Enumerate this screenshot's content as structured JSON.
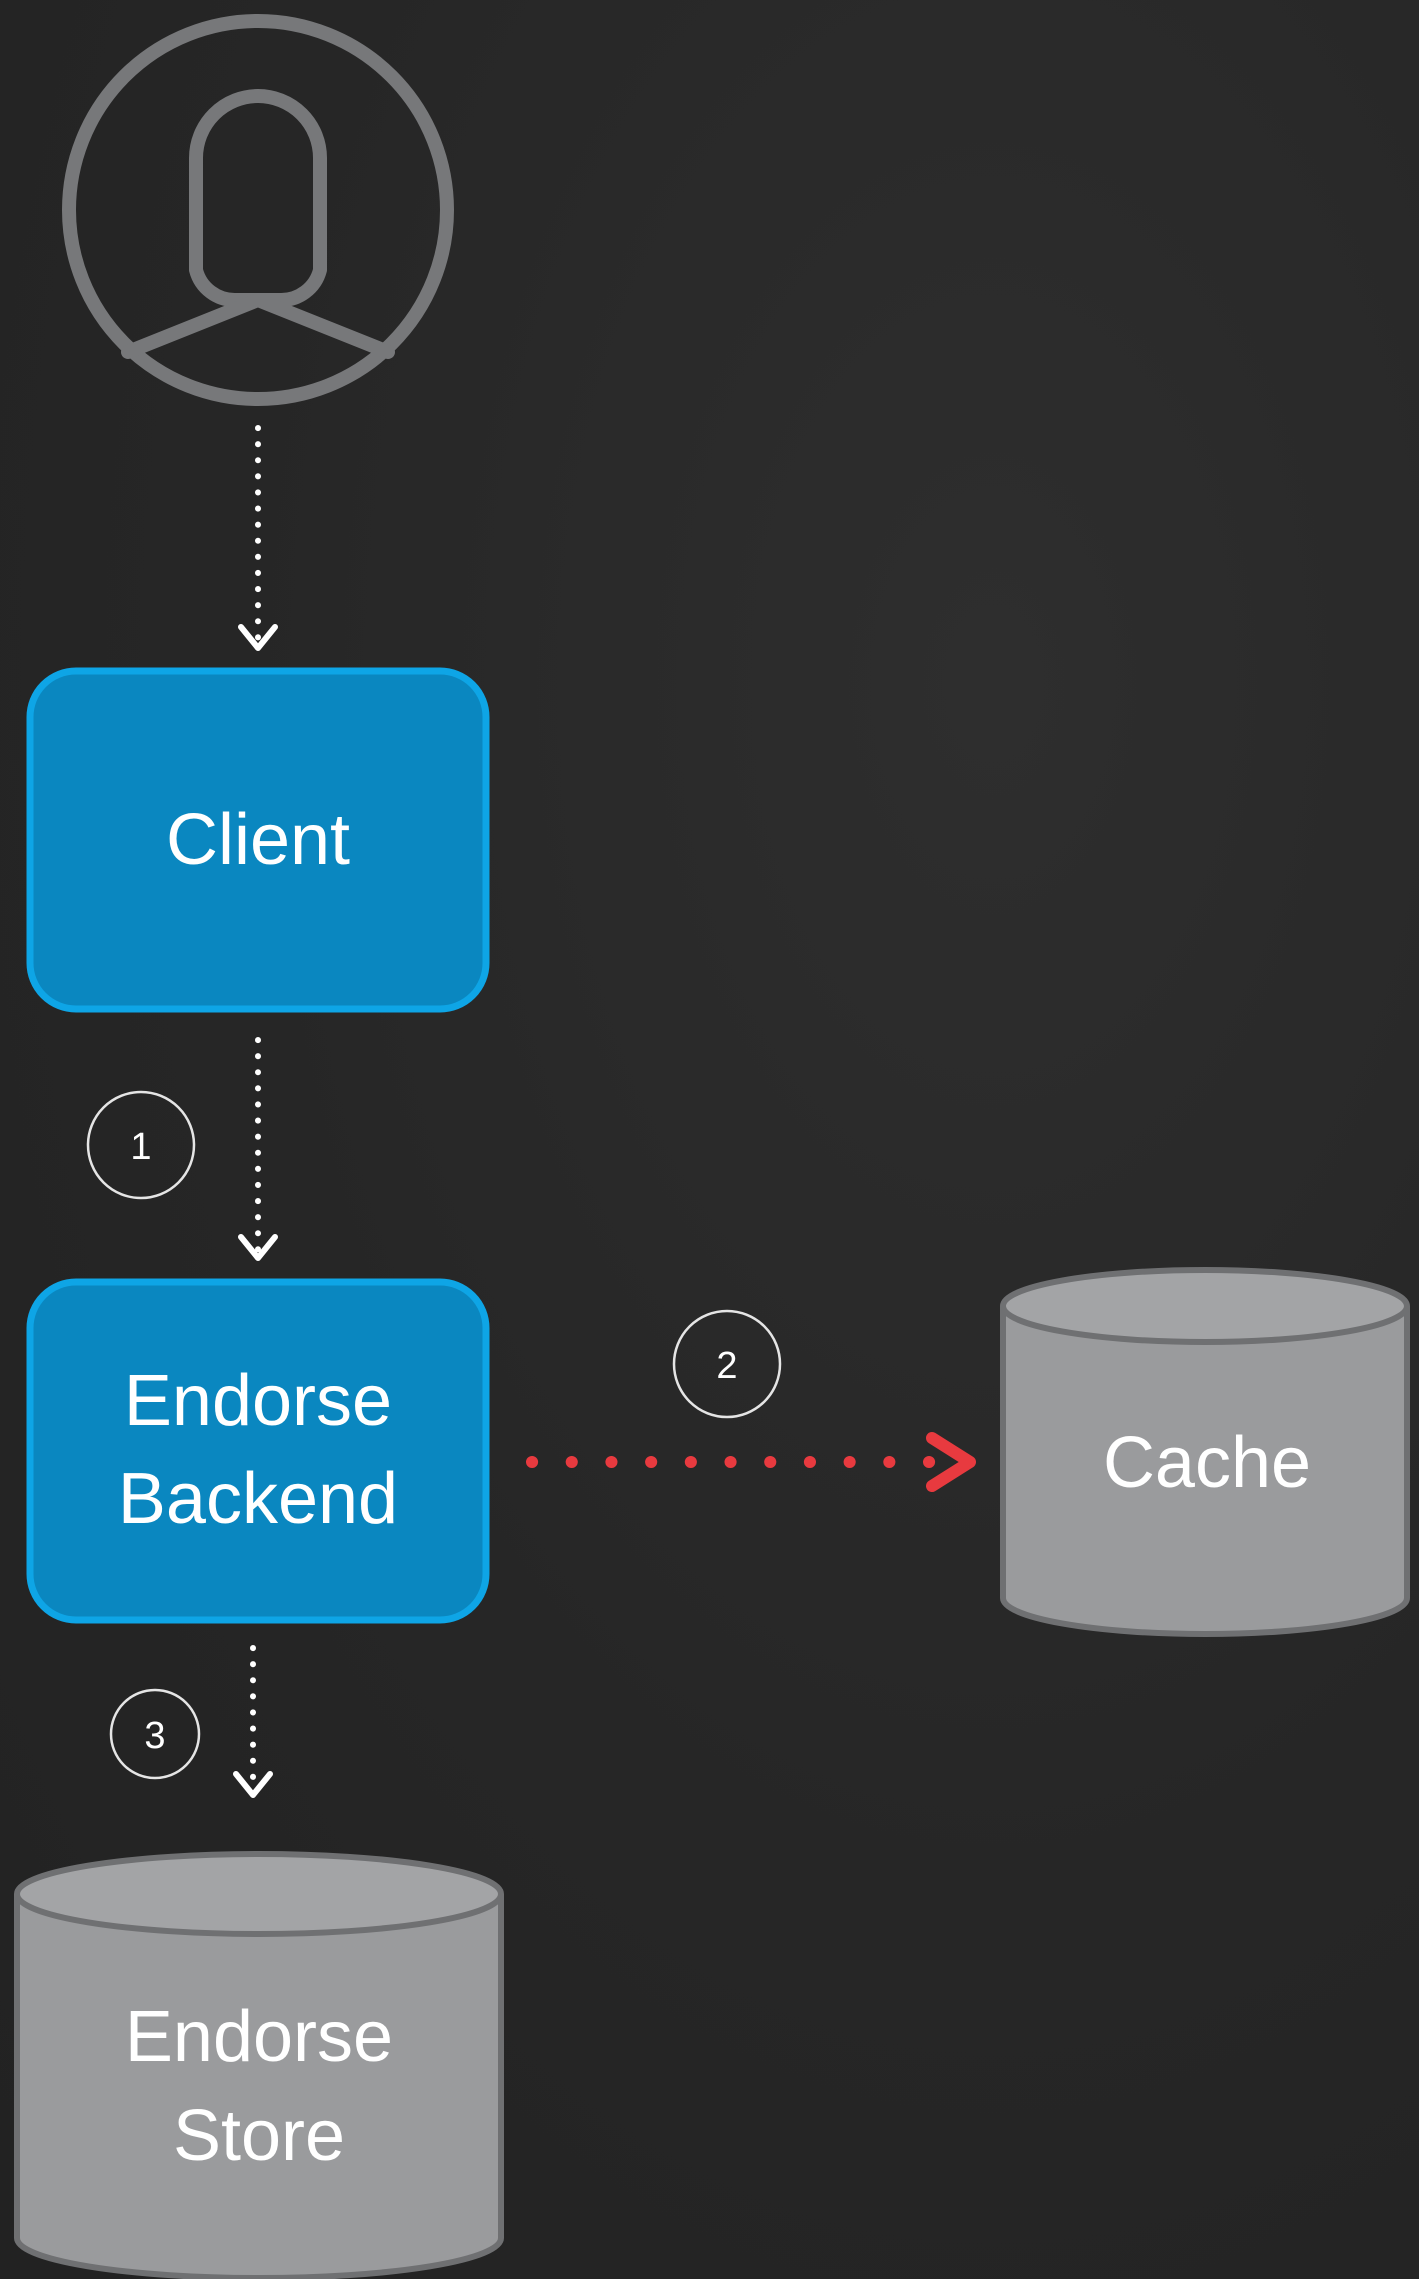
{
  "diagram": {
    "nodes": {
      "client": {
        "label": "Client"
      },
      "backend": {
        "line1": "Endorse",
        "line2": "Backend"
      },
      "cache": {
        "label": "Cache"
      },
      "store": {
        "line1": "Endorse",
        "line2": "Store"
      }
    },
    "steps": [
      "1",
      "2",
      "3"
    ],
    "icons": {
      "user": "user-icon"
    },
    "colors": {
      "background": "#262626",
      "service_fill": "#0a87c0",
      "service_border": "#0ea5e6",
      "datastore_fill": "#9a9b9d",
      "datastore_border": "#6f7072",
      "icon_stroke": "#77787a",
      "arrow_default": "#ffffff",
      "arrow_highlight": "#e83a3f"
    }
  }
}
